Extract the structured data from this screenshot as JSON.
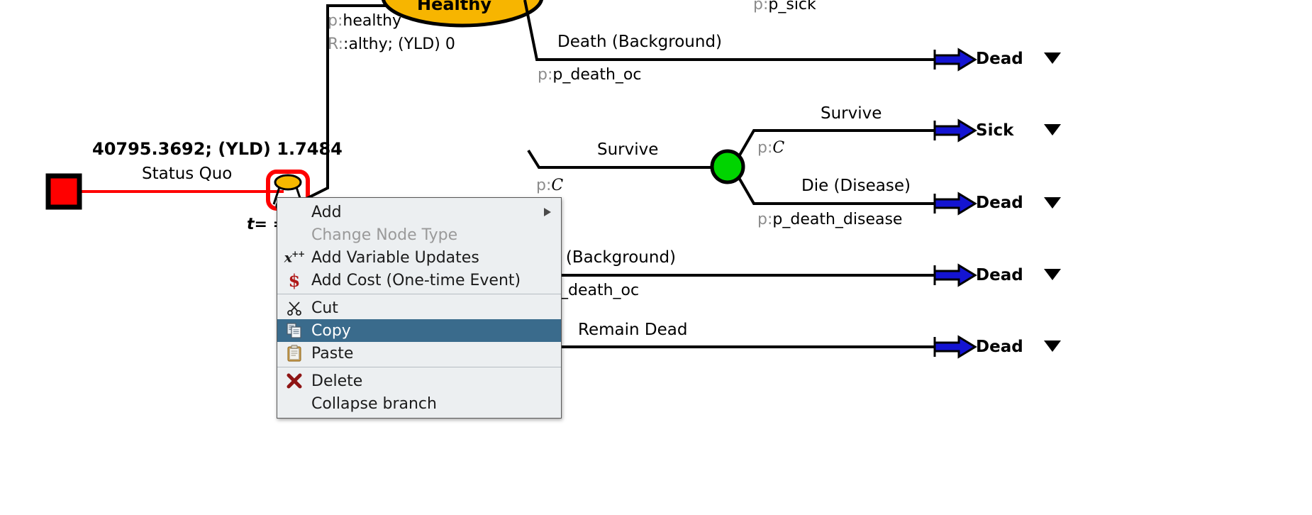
{
  "diagram": {
    "type": "decision-tree",
    "root": {
      "label": "Status Quo",
      "payoff": "40795.3692; (YLD) 1.7484",
      "node_shape": "square",
      "node_color": "#ff0000"
    },
    "selected_node": {
      "shape": "markov-ellipse",
      "color": "#f5b800",
      "highlight_color": "#ff0000",
      "time_label": "t= ="
    },
    "states": [
      {
        "name": "Healthy",
        "color": "#f7b500"
      }
    ],
    "branches": [
      {
        "label": "",
        "prob": "p:healthy",
        "reward": "R::althy; (YLD) 0"
      },
      {
        "label": "Death (Background)",
        "prob": "p:p_death_oc"
      },
      {
        "label": "",
        "prob": "p:p_sick"
      },
      {
        "label": "Survive",
        "prob": "p:C"
      },
      {
        "label": "Survive",
        "prob": "p:C"
      },
      {
        "label": "Die (Disease)",
        "prob": "p:p_death_disease"
      },
      {
        "label": "Death (Background)",
        "prob": "p:p_death_oc"
      },
      {
        "label": "Remain Dead",
        "prob": ""
      }
    ],
    "terminals": [
      {
        "label": "Dead"
      },
      {
        "label": "Sick"
      },
      {
        "label": "Dead"
      },
      {
        "label": "Dead"
      },
      {
        "label": "Dead"
      }
    ],
    "chance_node_color": "#00d400",
    "terminal_arrow_color": "#1414d2"
  },
  "context_menu": {
    "items": [
      {
        "label": "Add",
        "icon": "none",
        "state": "normal",
        "submenu": true
      },
      {
        "label": "Change Node Type",
        "icon": "none",
        "state": "disabled",
        "submenu": false
      },
      {
        "label": "Add Variable Updates",
        "icon": "variable-icon",
        "state": "normal",
        "submenu": false
      },
      {
        "label": "Add Cost (One-time Event)",
        "icon": "dollar-icon",
        "state": "normal",
        "submenu": false
      },
      {
        "label": "Cut",
        "icon": "scissors-icon",
        "state": "normal",
        "submenu": false,
        "separator_before": true
      },
      {
        "label": "Copy",
        "icon": "copy-icon",
        "state": "selected",
        "submenu": false
      },
      {
        "label": "Paste",
        "icon": "clipboard-icon",
        "state": "normal",
        "submenu": false
      },
      {
        "label": "Delete",
        "icon": "delete-x-icon",
        "state": "normal",
        "submenu": false,
        "separator_before": true
      },
      {
        "label": "Collapse branch",
        "icon": "none",
        "state": "normal",
        "submenu": false
      }
    ],
    "highlight_color": "#3a6b8c",
    "background_color": "#eceff1"
  },
  "labels": {
    "root_payoff": "40795.3692; (YLD) 1.7484",
    "root_branch": "Status Quo",
    "time_expr": "t= =",
    "healthy_state": "Healthy",
    "p_healthy": "p:healthy",
    "r_healthy": "R::althy; (YLD) 0",
    "death_bg_top": "Death (Background)",
    "p_death_oc_top": "p:p_death_oc",
    "p_sick": "p:p_sick",
    "survive_mid": "Survive",
    "p_c_mid": "p:C",
    "survive_right": "Survive",
    "p_c_right": "p:C",
    "die_disease": "Die (Disease)",
    "p_death_disease": "p:p_death_disease",
    "death_bg_low": "Death (Background)",
    "p_death_oc_low": "_death_oc",
    "remain_dead": "Remain Dead",
    "dead_1": "Dead",
    "sick_1": "Sick",
    "dead_2": "Dead",
    "dead_3": "Dead",
    "dead_4": "Dead"
  }
}
